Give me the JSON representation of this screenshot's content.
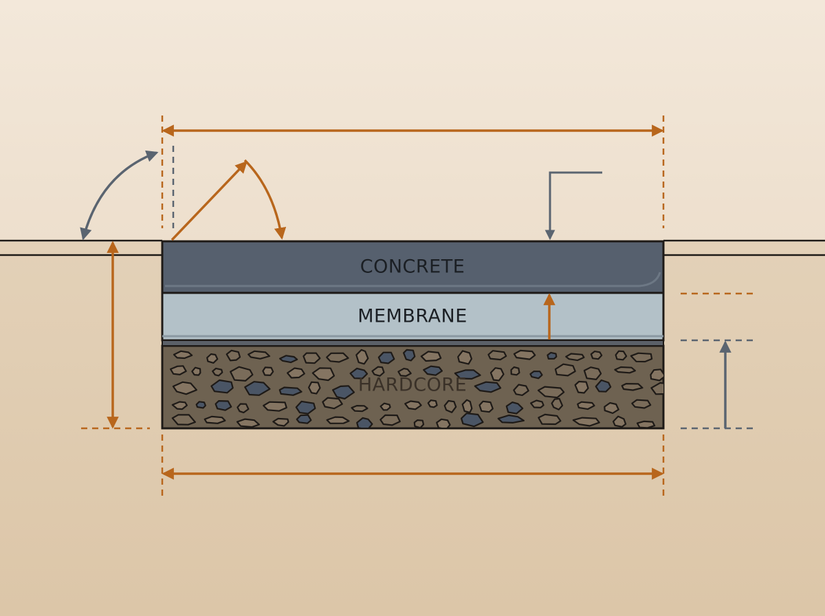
{
  "diagram": {
    "layers": [
      {
        "id": "concrete",
        "label": "CONCRETE",
        "fill": "#56606e",
        "text_color": "#1b1f24"
      },
      {
        "id": "membrane",
        "label": "MEMBRANE",
        "fill": "#b3c1c8",
        "text_color": "#1b1f24"
      },
      {
        "id": "hardcore",
        "label": "HARDCORE",
        "fill": "#6e6251",
        "text_color": "#3a3128"
      }
    ],
    "colors": {
      "sky": "#efe3d3",
      "ground": "#e0ccb1",
      "outline": "#1e1a17",
      "orange_dimension": "#b8661c",
      "slate_dimension": "#5a6470",
      "stone_light": "#7a6c5a",
      "stone_dark": "#4a5565"
    }
  }
}
